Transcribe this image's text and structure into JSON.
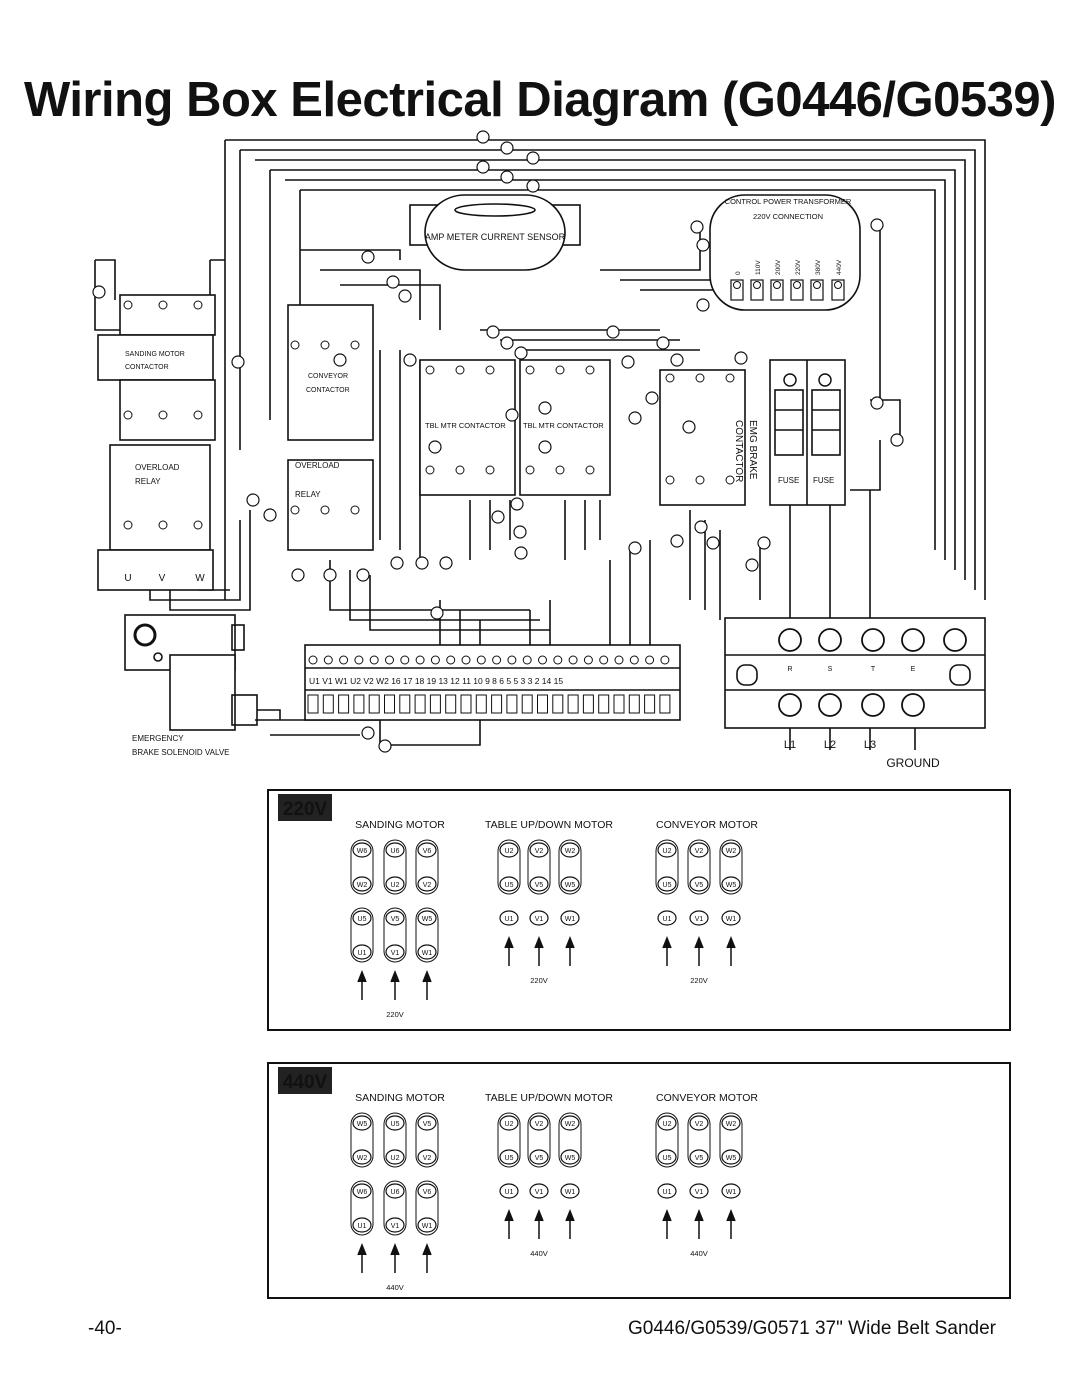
{
  "title": "Wiring Box Electrical Diagram (G0446/G0539)",
  "footer": {
    "page_number": "-40-",
    "manual_title": "G0446/G0539/G0571 37\" Wide Belt Sander"
  },
  "components": {
    "amp_meter": "AMP METER CURRENT SENSOR",
    "transformer": "CONTROL POWER TRANSFORMER",
    "transformer_conn": "220V CONNECTION",
    "transformer_taps": [
      "0",
      "110V",
      "200V",
      "220V",
      "380V",
      "440V"
    ],
    "sanding_contactor": [
      "SANDING MOTOR",
      "CONTACTOR"
    ],
    "overload_relay": [
      "OVERLOAD",
      "RELAY"
    ],
    "conveyor_contactor": [
      "CONVEYOR",
      "CONTACTOR"
    ],
    "conveyor_overload": [
      "OVERLOAD",
      "RELAY"
    ],
    "tbl_mtr_contactor": "TBL MTR CONTACTOR",
    "emg_brake": [
      "EMG BRAKE",
      "CONTACTOR"
    ],
    "fuse": "FUSE",
    "solenoid": [
      "EMERGENCY",
      "BRAKE SOLENOID VALVE"
    ],
    "ground": "GROUND",
    "motor_leads": [
      "U",
      "V",
      "W"
    ],
    "line_inputs": [
      "L1",
      "L2",
      "L3"
    ],
    "power_terminal_labels": [
      "R",
      "S",
      "T",
      "E"
    ],
    "terminal_strip": "U1 V1 W1 U2 V2 W2 16 17 18 19 13 12 11 10 9 8 6 5 5 3 3 2 14 15"
  },
  "v220": {
    "badge": "220V",
    "motors": [
      {
        "title": "SANDING MOTOR",
        "rows": [
          [
            "W6",
            "U6",
            "V6"
          ],
          [
            "W2",
            "U2",
            "V2"
          ],
          [
            "U5",
            "V5",
            "W5"
          ],
          [
            "U1",
            "V1",
            "W1"
          ]
        ],
        "voltage": "220V"
      },
      {
        "title": "TABLE UP/DOWN MOTOR",
        "rows": [
          [
            "U2",
            "V2",
            "W2"
          ],
          [
            "U5",
            "V5",
            "W5"
          ],
          [
            "U1",
            "V1",
            "W1"
          ]
        ],
        "voltage": "220V"
      },
      {
        "title": "CONVEYOR MOTOR",
        "rows": [
          [
            "U2",
            "V2",
            "W2"
          ],
          [
            "U5",
            "V5",
            "W5"
          ],
          [
            "U1",
            "V1",
            "W1"
          ]
        ],
        "voltage": "220V"
      }
    ]
  },
  "v440": {
    "badge": "440V",
    "motors": [
      {
        "title": "SANDING MOTOR",
        "rows": [
          [
            "W5",
            "U5",
            "V5"
          ],
          [
            "W2",
            "U2",
            "V2"
          ],
          [
            "W6",
            "U6",
            "V6"
          ],
          [
            "U1",
            "V1",
            "W1"
          ]
        ],
        "voltage": "440V"
      },
      {
        "title": "TABLE UP/DOWN MOTOR",
        "rows": [
          [
            "U2",
            "V2",
            "W2"
          ],
          [
            "U5",
            "V5",
            "W5"
          ],
          [
            "U1",
            "V1",
            "W1"
          ]
        ],
        "voltage": "440V"
      },
      {
        "title": "CONVEYOR MOTOR",
        "rows": [
          [
            "U2",
            "V2",
            "W2"
          ],
          [
            "U5",
            "V5",
            "W5"
          ],
          [
            "U1",
            "V1",
            "W1"
          ]
        ],
        "voltage": "440V"
      }
    ]
  }
}
